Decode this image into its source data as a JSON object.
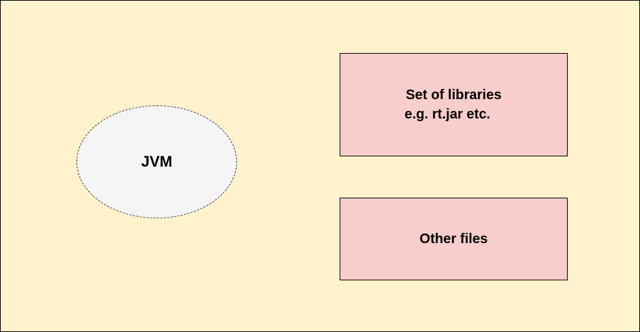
{
  "diagram": {
    "jvm": {
      "label": "JVM"
    },
    "libraries": {
      "line1": "Set of libraries",
      "line2": "e.g. rt.jar etc."
    },
    "other_files": {
      "label": "Other files"
    }
  },
  "colors": {
    "container_fill": "#fff2cc",
    "ellipse_fill": "#f5f5f5",
    "box_fill": "#f8cecc",
    "stroke": "#000000"
  }
}
